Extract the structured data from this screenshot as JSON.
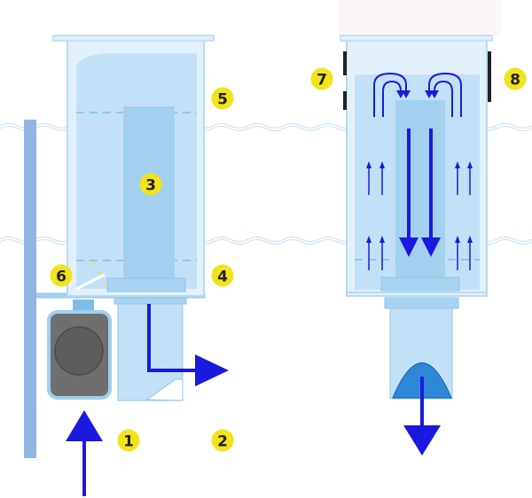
{
  "labels": {
    "n1": "1",
    "n2": "2",
    "n3": "3",
    "n4": "4",
    "n5": "5",
    "n6": "6",
    "n7": "7",
    "n8": "8"
  },
  "colors": {
    "badge": "#f3e31a",
    "arrow": "#1a1adf",
    "water_light": "#d9ecf8",
    "vessel_fill": "#bfe0f5",
    "vessel_outline": "#8cc7ec",
    "inner_tube": "#a3d2f0",
    "wall": "#8fb5e3",
    "pump_body": "#6f6f6f",
    "pump_wheel": "#5c5c5c",
    "cone_fill": "#2e88d8",
    "dark_bar": "#222222"
  }
}
